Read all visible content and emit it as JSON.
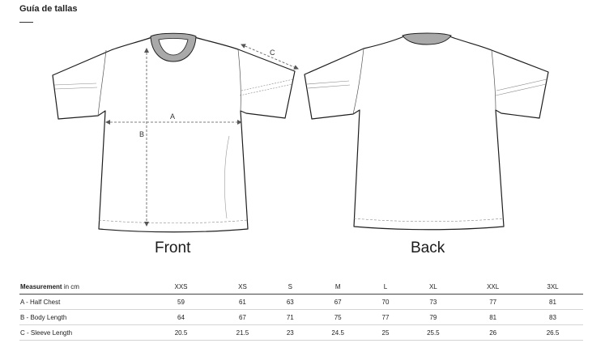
{
  "title": "Guía de tallas",
  "views": {
    "front": "Front",
    "back": "Back"
  },
  "dimension_labels": {
    "a": "A",
    "b": "B",
    "c": "C"
  },
  "table": {
    "header_label": "Measurement",
    "header_unit": "in cm",
    "sizes": [
      "XXS",
      "XS",
      "S",
      "M",
      "L",
      "XL",
      "XXL",
      "3XL"
    ],
    "rows": [
      {
        "label": "A - Half Chest",
        "values": [
          "59",
          "61",
          "63",
          "67",
          "70",
          "73",
          "77",
          "81"
        ]
      },
      {
        "label": "B - Body Length",
        "values": [
          "64",
          "67",
          "71",
          "75",
          "77",
          "79",
          "81",
          "83"
        ]
      },
      {
        "label": "C - Sleeve Length",
        "values": [
          "20.5",
          "21.5",
          "23",
          "24.5",
          "25",
          "25.5",
          "26",
          "26.5"
        ]
      }
    ]
  },
  "colors": {
    "collar": "#a9a9a9",
    "line": "#1e1e1e",
    "dash": "#555555"
  }
}
